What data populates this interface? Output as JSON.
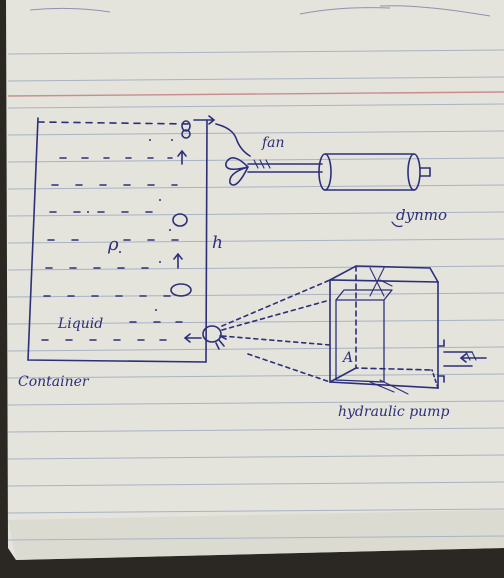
{
  "labels": {
    "fan": "fan",
    "dynamo": "dynmo",
    "density": "ρ",
    "height": "h",
    "liquid": "Liquid",
    "container": "Container",
    "pump": "hydraulic pump",
    "pump_chamber": "A"
  },
  "colors": {
    "paper": "#e4e3dc",
    "rule_line": "#a9b3c4",
    "margin_line": "#c98d91",
    "ink": "#2c2f7a"
  }
}
